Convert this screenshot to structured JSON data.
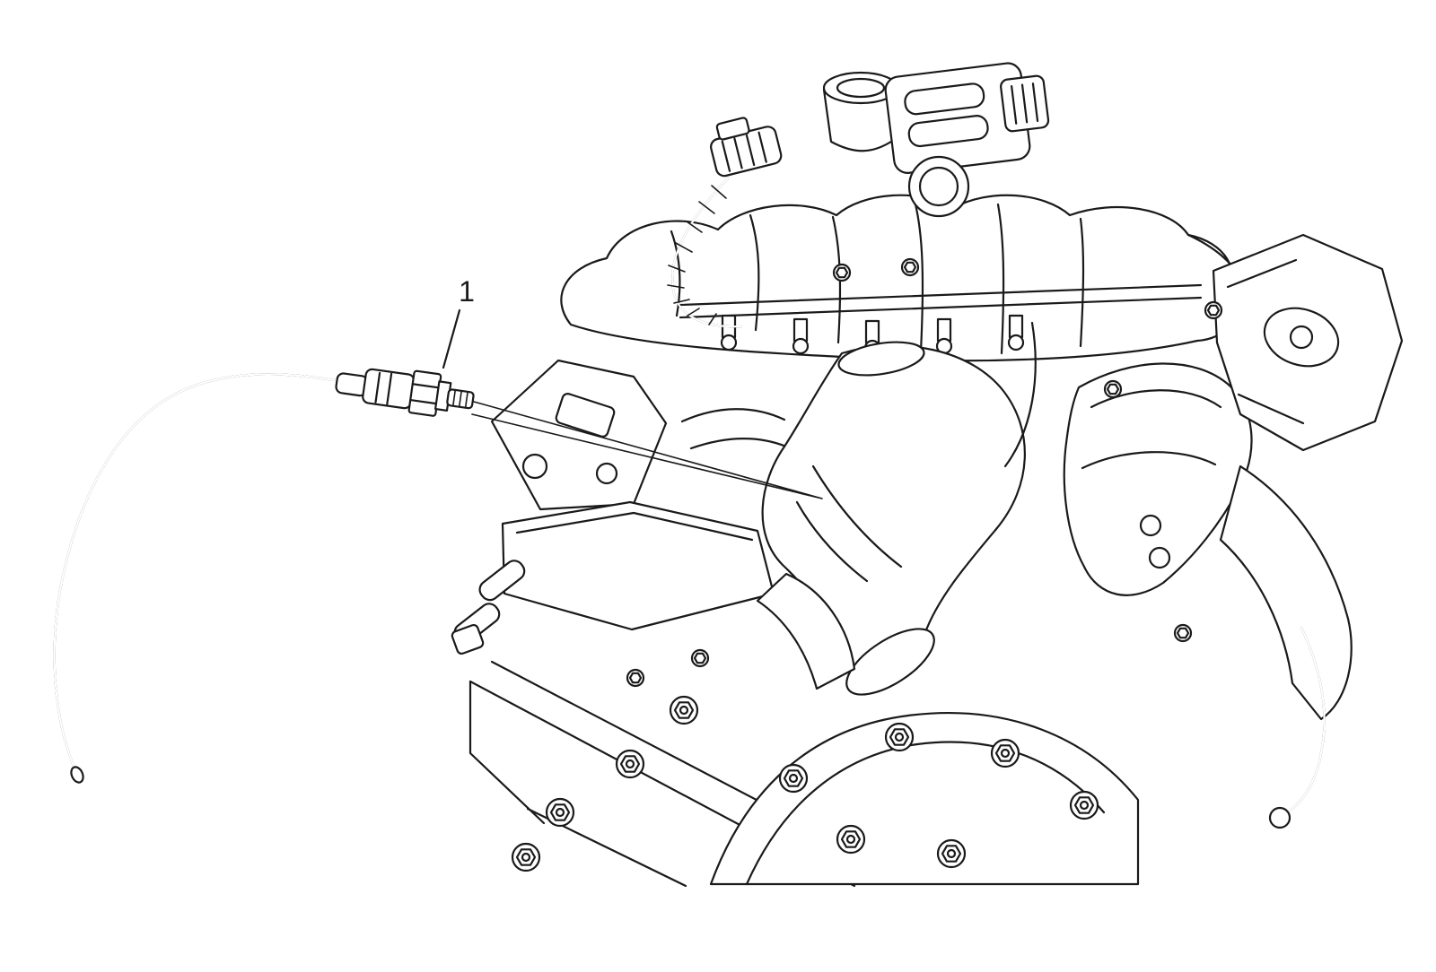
{
  "figure": {
    "callout": {
      "label": "1"
    },
    "colors": {
      "line": "#1a1a1a",
      "background": "#ffffff"
    },
    "parts": [
      "oxygen-sensor",
      "sensor-cable",
      "engine-assembly"
    ]
  }
}
